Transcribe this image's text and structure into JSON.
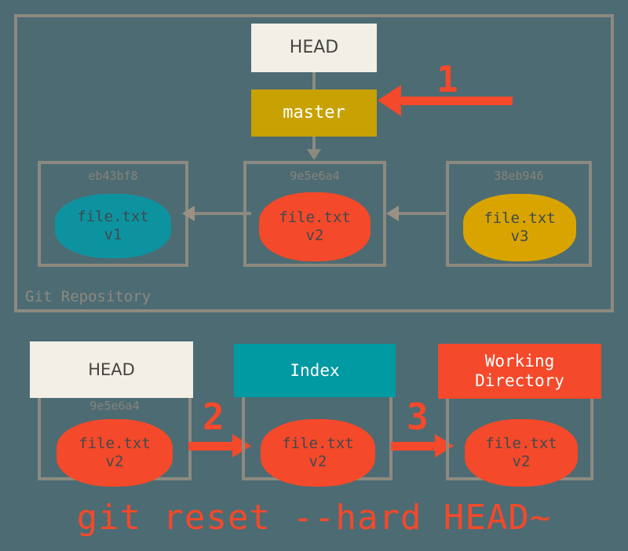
{
  "diagram": {
    "title_command": "git reset --hard HEAD~",
    "colors": {
      "background": "#4d6b73",
      "frame_gray": "#8c8a80",
      "head_box": "#f1efe6",
      "master_gold": "#c8a202",
      "commit_v1_teal": "#0d93a0",
      "commit_v2_red": "#f4492a",
      "commit_v3_gold": "#d9a400",
      "index_teal": "#009aa2",
      "working_dir_red": "#f4492a",
      "annotation_red": "#f4492a",
      "hash_text": "#87837a"
    }
  },
  "repository": {
    "label": "Git Repository",
    "refs": {
      "head": "HEAD",
      "branch": "master"
    },
    "commits": [
      {
        "hash": "eb43bf8",
        "file": "file.txt",
        "version": "v1",
        "color": "#0d93a0"
      },
      {
        "hash": "9e5e6a4",
        "file": "file.txt",
        "version": "v2",
        "color": "#f4492a"
      },
      {
        "hash": "38eb946",
        "file": "file.txt",
        "version": "v3",
        "color": "#d9a400"
      }
    ]
  },
  "annotations": {
    "step1": "1",
    "step2": "2",
    "step3": "3"
  },
  "areas": [
    {
      "header": "HEAD",
      "header_line2": "",
      "hash": "9e5e6a4",
      "file": "file.txt",
      "version": "v2",
      "blob_color": "#f4492a"
    },
    {
      "header": "Index",
      "header_line2": "",
      "hash": "",
      "file": "file.txt",
      "version": "v2",
      "blob_color": "#f4492a"
    },
    {
      "header": "Working",
      "header_line2": "Directory",
      "hash": "",
      "file": "file.txt",
      "version": "v2",
      "blob_color": "#f4492a"
    }
  ]
}
